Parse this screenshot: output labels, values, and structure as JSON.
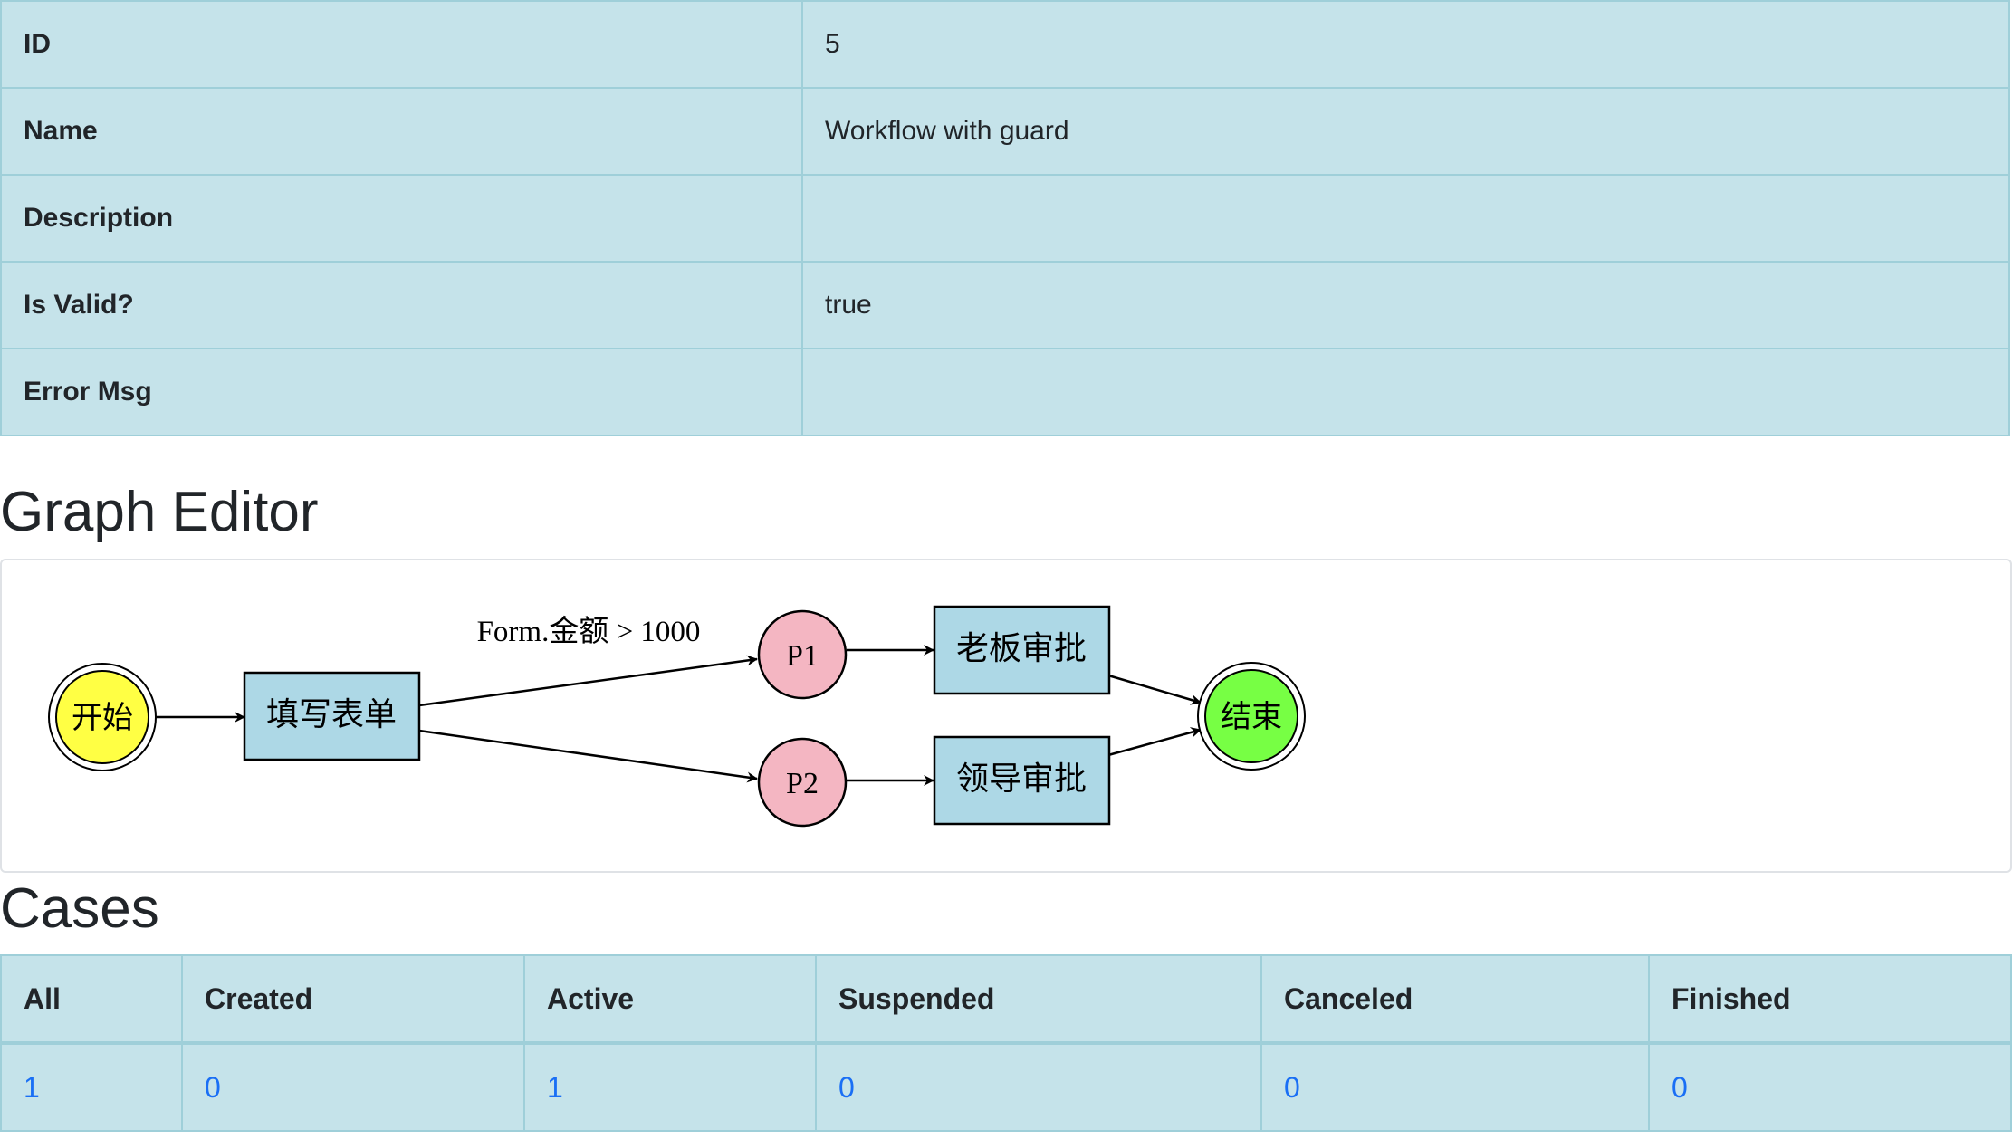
{
  "details": [
    {
      "label": "ID",
      "value": "5"
    },
    {
      "label": "Name",
      "value": "Workflow with guard"
    },
    {
      "label": "Description",
      "value": ""
    },
    {
      "label": "Is Valid?",
      "value": "true"
    },
    {
      "label": "Error Msg",
      "value": ""
    }
  ],
  "graph_editor": {
    "title": "Graph Editor",
    "nodes": {
      "start": "开始",
      "fill_form": "填写表单",
      "p1": "P1",
      "p2": "P2",
      "boss_approval": "老板审批",
      "leader_approval": "领导审批",
      "end": "结束"
    },
    "edge_label": "Form.金额 > 1000",
    "colors": {
      "start": "#ffff44",
      "end": "#77ff44",
      "place": "#f4b6c2",
      "task": "#add8e6"
    }
  },
  "cases": {
    "title": "Cases",
    "headers": [
      "All",
      "Created",
      "Active",
      "Suspended",
      "Canceled",
      "Finished"
    ],
    "counts": [
      "1",
      "0",
      "1",
      "0",
      "0",
      "0"
    ]
  }
}
